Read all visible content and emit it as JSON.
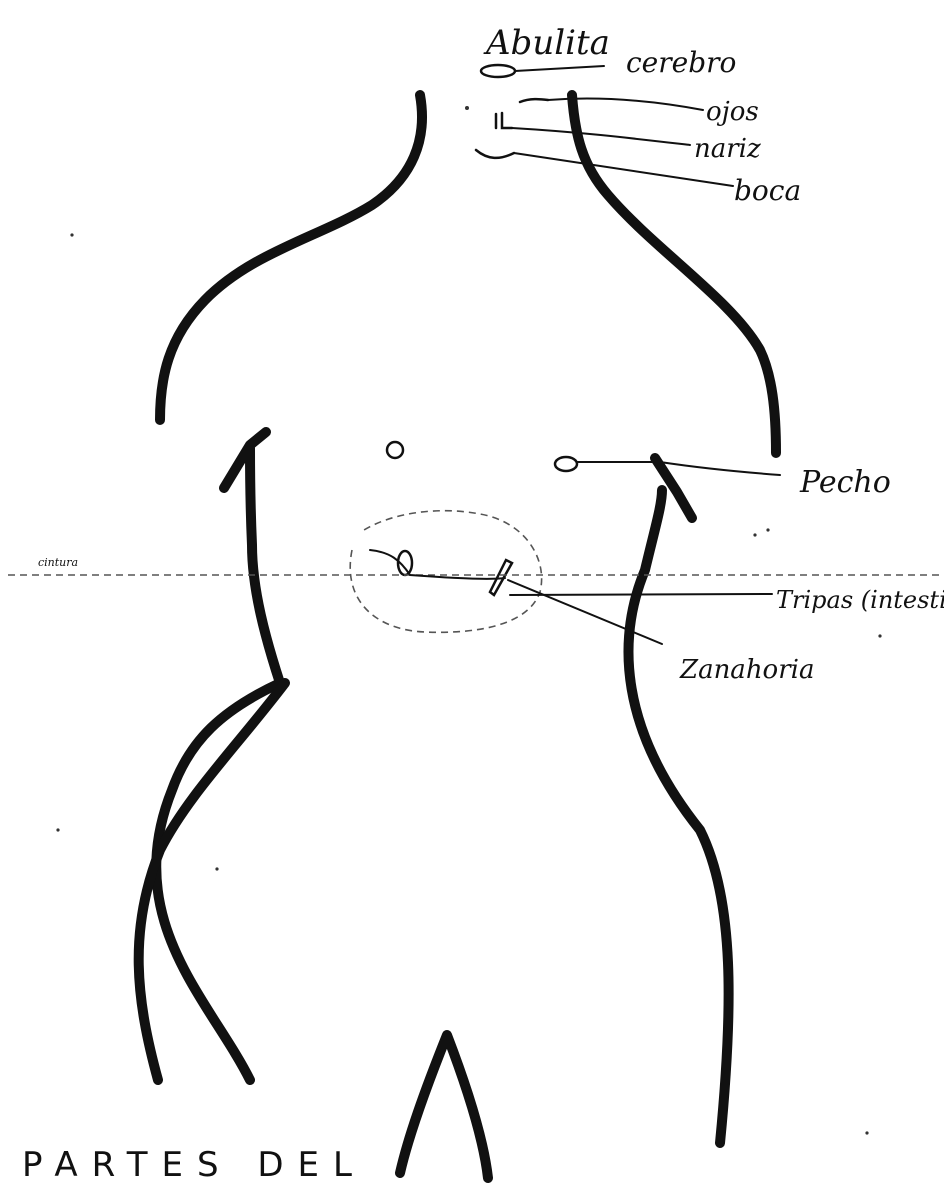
{
  "title": "Abulita",
  "caption": "PARTES DEL",
  "labels": {
    "cerebro": "cerebro",
    "ojos": "ojos",
    "nariz": "nariz",
    "boca": "boca",
    "pecho": "Pecho",
    "tripas": "Tripas (intestino)",
    "zanahoria": "Zanahoria",
    "cintura": "cintura"
  },
  "colors": {
    "ink": "#111111",
    "pencil": "#555555",
    "paper": "#ffffff"
  }
}
